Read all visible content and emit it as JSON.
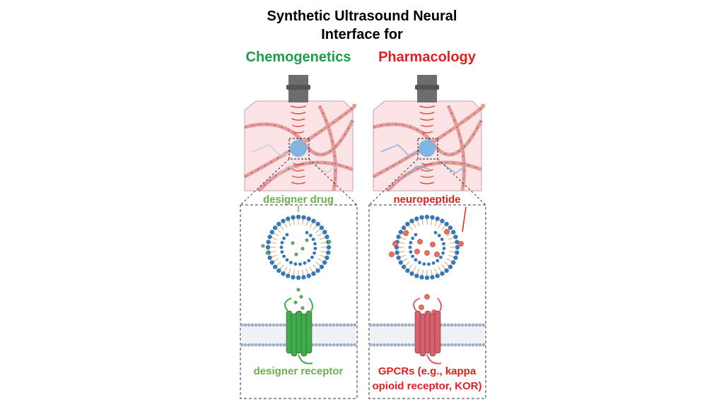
{
  "title": {
    "line1": "Synthetic Ultrasound Neural",
    "line2": "Interface for"
  },
  "panels": [
    {
      "heading": "Chemogenetics",
      "heading_color": "#1a9e4a",
      "cargo_label": "designer drug",
      "cargo_color": "#6ab04c",
      "receptor_label_lines": [
        "designer receptor"
      ],
      "receptor_color": "#3fae49",
      "label_color": "#6ab04c"
    },
    {
      "heading": "Pharmacology",
      "heading_color": "#e0201f",
      "cargo_label": "neuropeptide",
      "cargo_color": "#e8705e",
      "receptor_label_lines": [
        "GPCRs (e.g., kappa",
        "opioid receptor, KOR)"
      ],
      "receptor_color": "#d9606a",
      "label_color": "#e0201f"
    }
  ]
}
